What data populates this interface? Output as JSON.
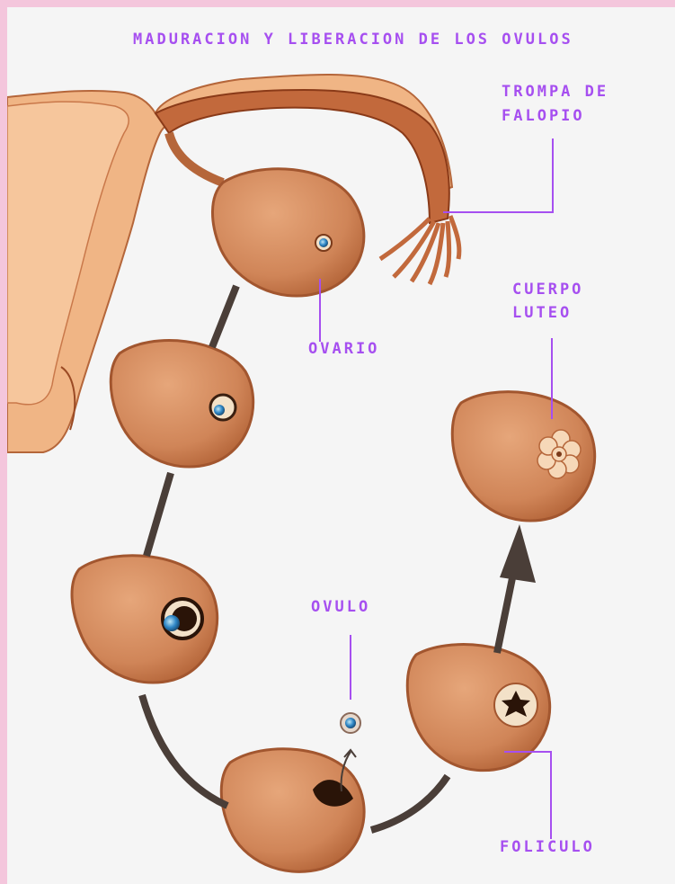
{
  "title": "MADURACION Y LIBERACION DE LOS OVULOS",
  "labels": {
    "trompa_line1": "TROMPA DE",
    "trompa_line2": "FALOPIO",
    "ovario": "OVARIO",
    "cuerpo_line1": "CUERPO",
    "cuerpo_line2": "LUTEO",
    "ovulo": "OVULO",
    "foliculo": "FOLICULO"
  },
  "colors": {
    "label": "#a64ff0",
    "ovary": "#d18a5e",
    "ovary_edge": "#a2562f",
    "uterus": "#f0b585",
    "arrow": "#4a3e38",
    "background": "#f5f5f5",
    "border": "#f4c6dc"
  }
}
